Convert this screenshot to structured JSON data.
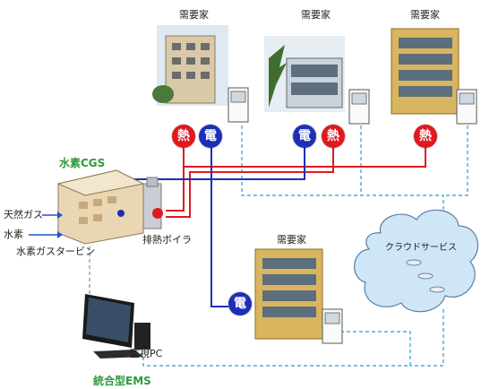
{
  "labels": {
    "consumer": "需要家",
    "hydrogen_cgs": "水素CGS",
    "natural_gas": "天然ガス",
    "hydrogen": "水素",
    "hydrogen_gas_turbine": "水素ガスタービン",
    "exhaust_boiler": "排熱ボイラ",
    "cloud_service": "クラウドサービス",
    "monitoring_pc": "監視PC",
    "integrated_ems": "統合型EMS"
  },
  "badges": {
    "heat": "熱",
    "electricity": "電"
  },
  "colors": {
    "heat_line": "#e0191f",
    "power_line": "#1d2fb8",
    "network_line": "#2f9bd0",
    "label_green": "#2e9a3a",
    "cloud": "#cfe6f7"
  }
}
